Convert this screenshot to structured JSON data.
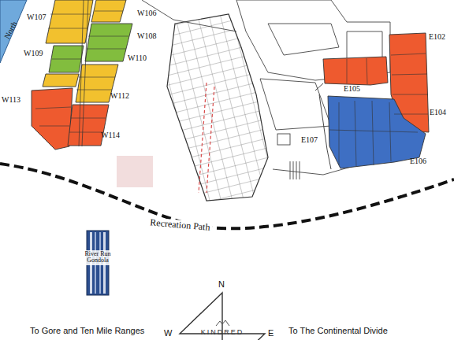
{
  "diagram": {
    "nodes": [
      {
        "text": [
          "River Run Gondola"
        ]
      },
      {
        "text": [
          "KINDRED"
        ]
      }
    ],
    "labels": [
      "North",
      "W107",
      "W106",
      "W109",
      "W108",
      "W110",
      "W113",
      "W112",
      "W114",
      "E102",
      "E105",
      "E104",
      "E107",
      "E106",
      "Recreation Path",
      "N",
      "W",
      "E",
      "To Gore and Ten Mile Ranges",
      "To The Continental Divide"
    ]
  }
}
